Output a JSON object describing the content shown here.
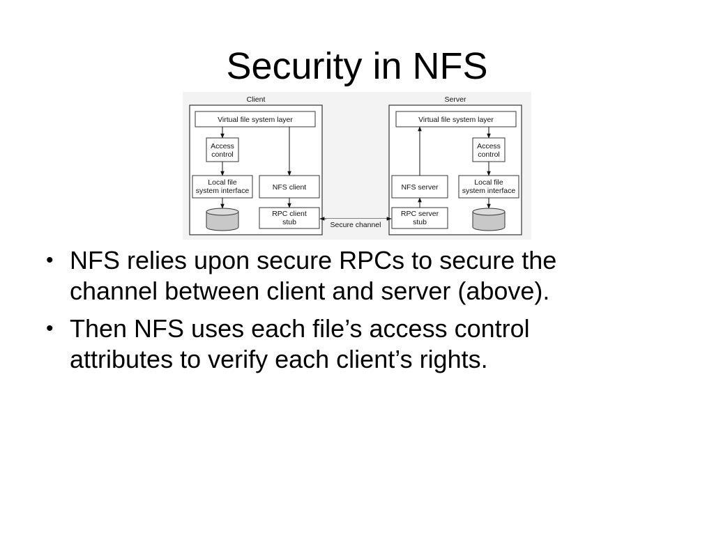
{
  "slide": {
    "title": "Security in NFS"
  },
  "diagram": {
    "client_label": "Client",
    "server_label": "Server",
    "client_vfs": "Virtual file system layer",
    "server_vfs": "Virtual file system layer",
    "client_access": [
      "Access",
      "control"
    ],
    "server_access": [
      "Access",
      "control"
    ],
    "client_local_fs": [
      "Local file",
      "system interface"
    ],
    "server_local_fs": [
      "Local file",
      "system interface"
    ],
    "nfs_client": "NFS client",
    "nfs_server": "NFS server",
    "rpc_client_stub": [
      "RPC client",
      "stub"
    ],
    "rpc_server_stub": [
      "RPC server",
      "stub"
    ],
    "channel_label": "Secure channel"
  },
  "bullets": [
    {
      "line1": "NFS relies upon secure RPCs to secure the",
      "line2": "channel between client and server (above)."
    },
    {
      "line1": "Then NFS uses each file’s access control",
      "line2": "attributes to verify each client’s rights."
    }
  ],
  "bullet_glyph": "•"
}
